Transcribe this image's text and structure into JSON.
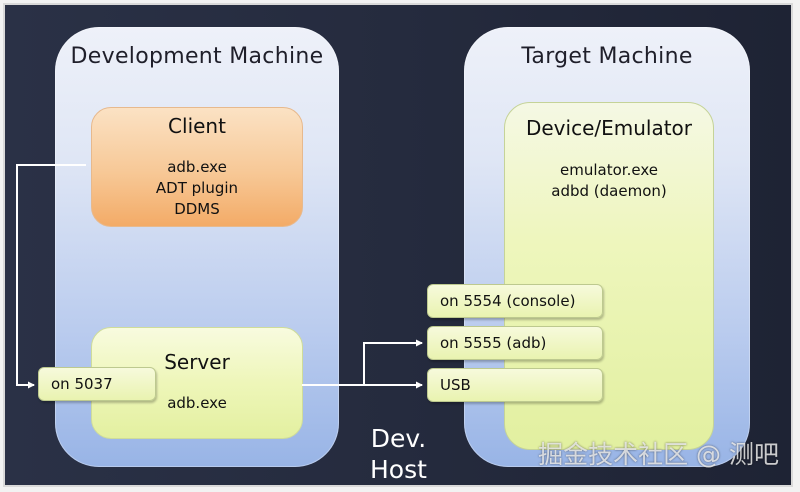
{
  "diagram": {
    "title": "ADB architecture",
    "dev_machine": {
      "title": "Development Machine",
      "client": {
        "title": "Client",
        "lines": [
          "adb.exe",
          "ADT plugin",
          "DDMS"
        ]
      },
      "server": {
        "title": "Server",
        "lines": [
          "adb.exe"
        ],
        "port": "on 5037"
      }
    },
    "target_machine": {
      "title": "Target Machine",
      "device": {
        "title": "Device/Emulator",
        "lines": [
          "emulator.exe",
          "adbd (daemon)"
        ]
      },
      "ports": [
        "on 5554 (console)",
        "on 5555 (adb)",
        "USB"
      ]
    },
    "dev_host_label": [
      "Dev.",
      "Host"
    ],
    "connections": [
      {
        "from": "client",
        "to": "on 5037"
      },
      {
        "from": "server",
        "to": "on 5555 (adb)"
      },
      {
        "from": "server",
        "to": "USB"
      }
    ],
    "colors": {
      "background": "#252b3e",
      "machine": "#dfe6f5",
      "client": "#f7c896",
      "server": "#eef6b9",
      "connector": "#ffffff"
    }
  },
  "watermark": "掘金技术社区 @ 测吧"
}
